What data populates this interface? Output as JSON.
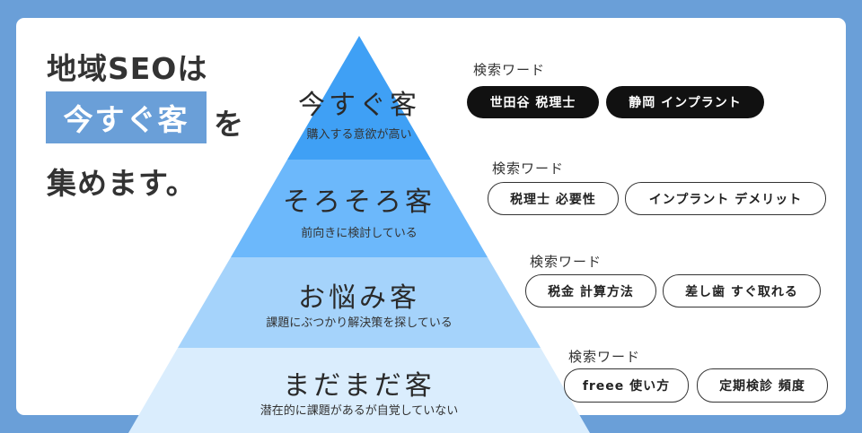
{
  "headline": {
    "line1": "地域SEOは",
    "highlight": "今すぐ客",
    "line2_suffix": "を",
    "line3": "集めます。"
  },
  "colors": {
    "frame": "#6a9fd8",
    "layer1": "#3fa0f5",
    "layer2": "#6cb8fb",
    "layer3": "#a5d3fb",
    "layer4": "#daedfd"
  },
  "pyramid": [
    {
      "title": "今すぐ客",
      "subtitle": "購入する意欲が高い"
    },
    {
      "title": "そろそろ客",
      "subtitle": "前向きに検討している"
    },
    {
      "title": "お悩み客",
      "subtitle": "課題にぶつかり解決策を探している"
    },
    {
      "title": "まだまだ客",
      "subtitle": "潜在的に課題があるが自覚していない"
    }
  ],
  "keywords": [
    {
      "label": "検索ワード",
      "pills": [
        "世田谷 税理士",
        "静岡 インプラント"
      ]
    },
    {
      "label": "検索ワード",
      "pills": [
        "税理士 必要性",
        "インプラント デメリット"
      ]
    },
    {
      "label": "検索ワード",
      "pills": [
        "税金 計算方法",
        "差し歯 すぐ取れる"
      ]
    },
    {
      "label": "検索ワード",
      "pills": [
        "freee 使い方",
        "定期検診 頻度"
      ]
    }
  ]
}
